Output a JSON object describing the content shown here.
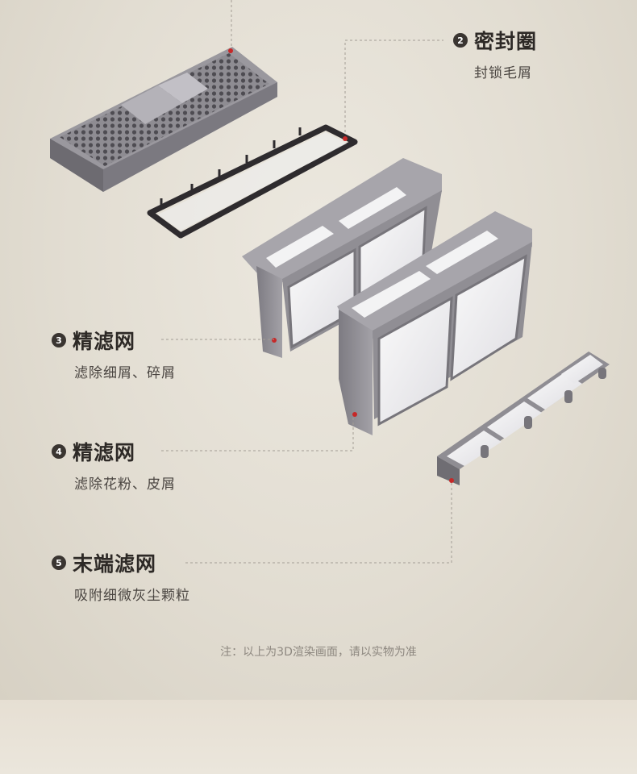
{
  "callouts": [
    {
      "number": "2",
      "title": "密封圈",
      "desc": "封锁毛屑"
    },
    {
      "number": "3",
      "title": "精滤网",
      "desc": "滤除细屑、碎屑"
    },
    {
      "number": "4",
      "title": "精滤网",
      "desc": "滤除花粉、皮屑"
    },
    {
      "number": "5",
      "title": "末端滤网",
      "desc": "吸附细微灰尘颗粒"
    }
  ],
  "note": "注：以上为3D渲染画面，请以实物为准",
  "colors": {
    "background": "#e6e1d8",
    "plastic": "#8d8b91",
    "plastic_dark": "#6f6d73",
    "mesh": "#eeeef0",
    "gasket": "#2e2b2e",
    "dot_accent": "#c62828",
    "leader_line": "#a39d95",
    "badge": "#3a3531"
  },
  "icons": [
    "numbered-badge-icon",
    "leader-line",
    "filter-cover-illustration",
    "seal-ring-illustration",
    "fine-filter-illustration",
    "end-filter-illustration"
  ]
}
